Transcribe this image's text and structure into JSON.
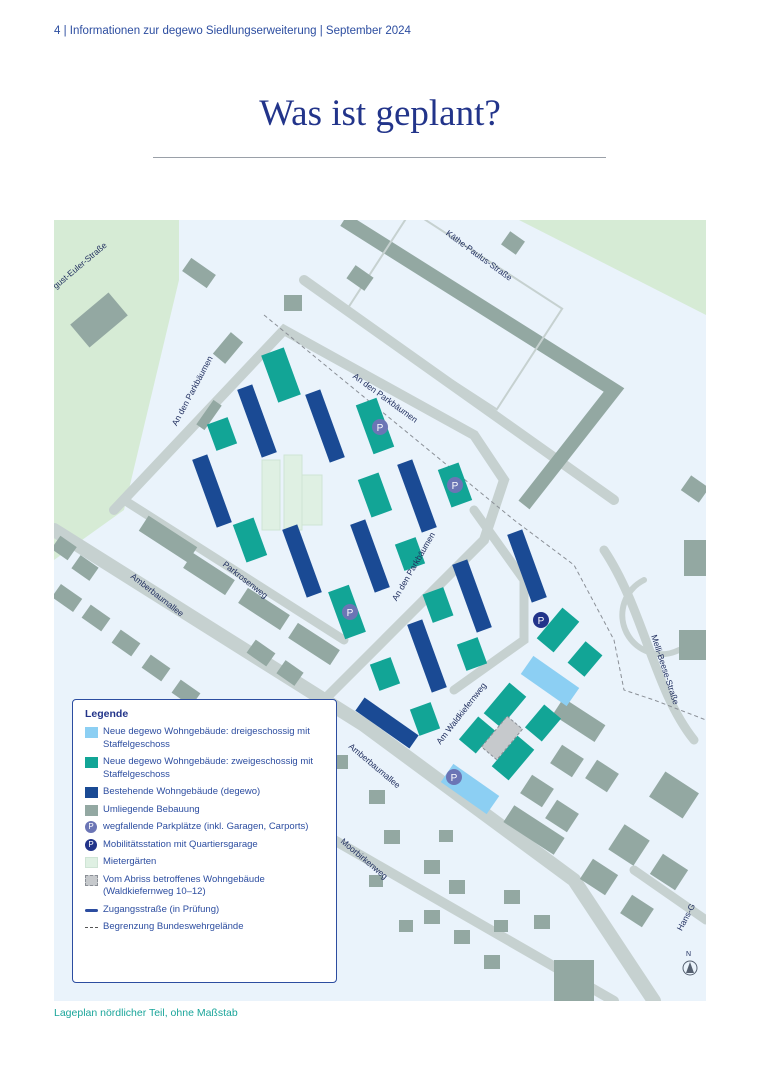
{
  "header": {
    "text": "4 | Informationen zur degewo Siedlungserweiterung | September 2024"
  },
  "title": "Was ist geplant?",
  "map": {
    "streets": {
      "euler": "gust-Euler-Straße",
      "kaethe": "Käthe-Paulus-Straße",
      "parkbaeumen1": "An den Parkbäumen",
      "parkbaeumen2": "An den Parkbäumen",
      "parkbaeumen3": "An den Parkbäumen",
      "parkrosenweg": "Parkrosenweg",
      "amberbaum1": "Amberbaumallee",
      "amberbaum2": "Amberbaumallee",
      "waldkiefernweg": "Am Waldkiefernweg",
      "moorbirkenweg": "Moorbirkenweg",
      "melli": "Melli-Beese-Straße",
      "hans": "Hans-G"
    },
    "parking_symbol": "P",
    "north_label": "N",
    "colors": {
      "new_three_storey": "#8ccff3",
      "new_two_storey": "#12a596",
      "existing": "#1a4a94",
      "surrounding": "#93a8a2",
      "gardens": "#dff0e3",
      "green_area": "#d6ebd5",
      "background": "#eaf3fb"
    }
  },
  "legend": {
    "title": "Legende",
    "items": [
      {
        "label": "Neue degewo Wohngebäude: dreigeschossig mit Staffelgeschoss",
        "icon": "light-blue-square"
      },
      {
        "label": "Neue degewo Wohngebäude: zweigeschossig mit Staffelgeschoss",
        "icon": "teal-square"
      },
      {
        "label": "Bestehende Wohngebäude (degewo)",
        "icon": "dark-blue-square"
      },
      {
        "label": "Umliegende Bebauung",
        "icon": "grey-square"
      },
      {
        "label": "wegfallende Parkplätze (inkl. Garagen, Carports)",
        "icon": "parking-circle-icon"
      },
      {
        "label": "Mobilitätsstation mit Quartiersgarage",
        "icon": "parking-circle-dark-icon"
      },
      {
        "label": "Mietergärten",
        "icon": "garden-square"
      },
      {
        "label": "Vom Abriss betroffenes Wohngebäude (Waldkiefernweg 10–12)",
        "icon": "dashed-grey-square"
      },
      {
        "label": "Zugangsstraße (in Prüfung)",
        "icon": "access-road-line"
      },
      {
        "label": "Begrenzung Bundeswehrgelände",
        "icon": "dashed-line"
      }
    ]
  },
  "caption": "Lageplan nördlicher Teil, ohne Maßstab"
}
